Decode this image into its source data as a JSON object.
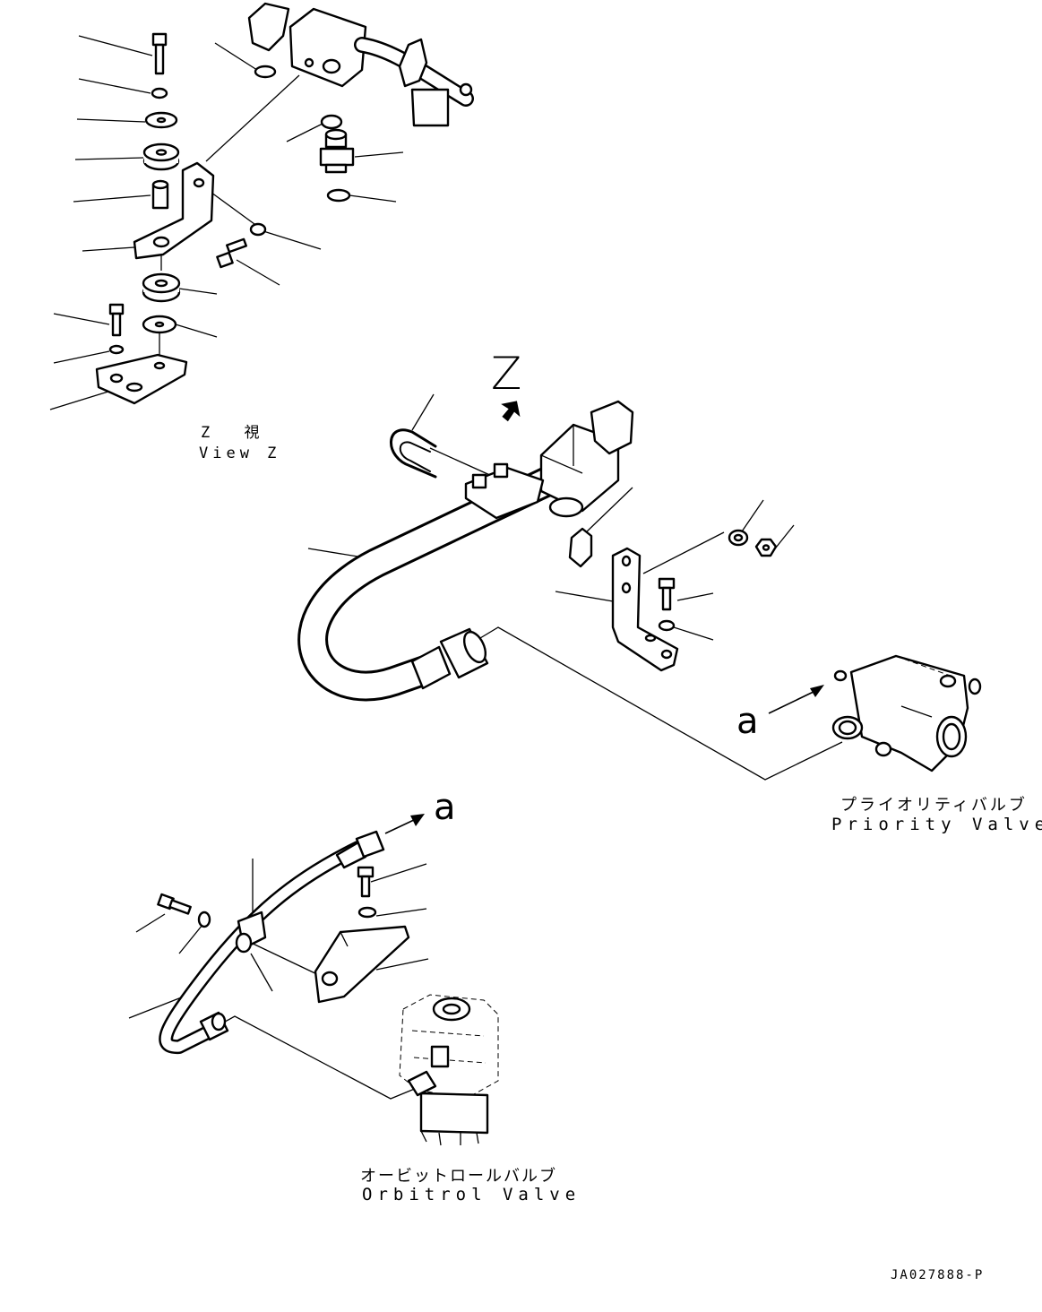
{
  "view": {
    "z_letter": "Z",
    "title_jp": "Z 視",
    "title_en": "View Z"
  },
  "priority_valve": {
    "label_jp": "プライオリティバルブ",
    "label_en": "Priority Valve",
    "callout": "a"
  },
  "orbitrol_valve": {
    "label_jp": "オービットロールバルブ",
    "label_en": "Orbitrol Valve",
    "callout": "a"
  },
  "drawing_number": "JA027888-P"
}
